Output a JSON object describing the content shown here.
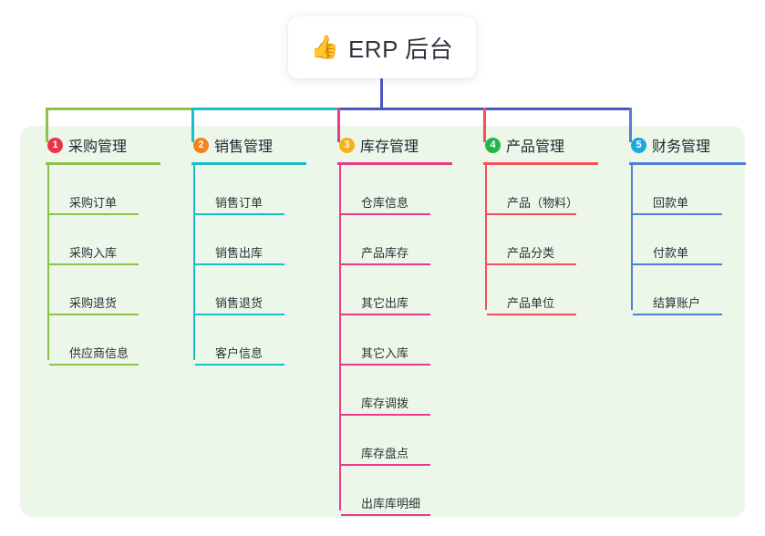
{
  "root": {
    "icon": "thumbs-up-icon",
    "icon_glyph": "👍",
    "title": "ERP 后台"
  },
  "theme": {
    "panel_background": "#edf7e9",
    "page_background": "#ffffff",
    "card_background": "#ffffff",
    "stem_color": "#4f56c0",
    "bus_right_color": "#4f56c0"
  },
  "columns": [
    {
      "number": "1",
      "title": "采购管理",
      "badge_color": "#e8334a",
      "line_color": "#8bc34a",
      "bus_color": "#8bc34a",
      "items": [
        {
          "label": "采购订单"
        },
        {
          "label": "采购入库"
        },
        {
          "label": "采购退货"
        },
        {
          "label": "供应商信息"
        }
      ]
    },
    {
      "number": "2",
      "title": "销售管理",
      "badge_color": "#f2821e",
      "line_color": "#18bec8",
      "bus_color": "#18bec8",
      "items": [
        {
          "label": "销售订单"
        },
        {
          "label": "销售出库"
        },
        {
          "label": "销售退货"
        },
        {
          "label": "客户信息"
        }
      ]
    },
    {
      "number": "3",
      "title": "库存管理",
      "badge_color": "#f5b318",
      "line_color": "#e83b8e",
      "bus_color": "#4f56c0",
      "items": [
        {
          "label": "仓库信息"
        },
        {
          "label": "产品库存"
        },
        {
          "label": "其它出库"
        },
        {
          "label": "其它入库"
        },
        {
          "label": "库存调拨"
        },
        {
          "label": "库存盘点"
        },
        {
          "label": "出库库明细"
        }
      ]
    },
    {
      "number": "4",
      "title": "产品管理",
      "badge_color": "#27b34b",
      "line_color": "#f4505a",
      "bus_color": "#4f56c0",
      "items": [
        {
          "label": "产品（物料）"
        },
        {
          "label": "产品分类"
        },
        {
          "label": "产品单位"
        }
      ]
    },
    {
      "number": "5",
      "title": "财务管理",
      "badge_color": "#1fa8e0",
      "line_color": "#4f7fd6",
      "bus_color": "#4f56c0",
      "items": [
        {
          "label": "回款单"
        },
        {
          "label": "付款单"
        },
        {
          "label": "结算账户"
        }
      ]
    }
  ]
}
